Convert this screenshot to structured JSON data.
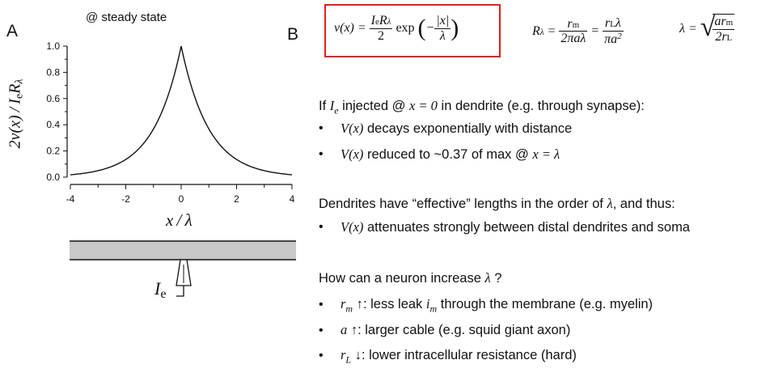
{
  "panel_a": {
    "label": "A",
    "caption": "@ steady state",
    "ylabel": "2v(x) / IeRλ",
    "xlabel": "x / λ",
    "electrode_label": "Ie"
  },
  "panel_b": {
    "label": "B",
    "eq_main": "v(x) = (IeRλ / 2) exp(−|x| / λ)",
    "eq_r_lambda": "Rλ = rm / (2πaλ) = rLλ / (πa²)",
    "eq_lambda": "λ = √(a rm / 2 rL)"
  },
  "text": {
    "injection_intro": {
      "pre": "If ",
      "var": "I",
      "sub": "e",
      "mid": " injected @ ",
      "eq": "x = 0",
      "post": " in dendrite (e.g. through synapse):"
    },
    "b1": {
      "var": "V(x)",
      "post": " decays exponentially with distance"
    },
    "b2": {
      "var": "V(x)",
      "mid": " reduced to ~0.37 of max @ ",
      "eq": "x = λ"
    },
    "dendrite_intro": {
      "pre": "Dendrites have “effective” lengths in the order of ",
      "var": "λ",
      "post": ", and thus:"
    },
    "b3": {
      "var": "V(x)",
      "post": " attenuates strongly between distal dendrites and soma"
    },
    "question": {
      "pre": "How can a neuron increase ",
      "var": "λ",
      "post": " ?"
    },
    "b4": {
      "var": "r",
      "sub": "m",
      "arrow": " ↑",
      "mid": ": less leak ",
      "var2": "i",
      "sub2": "m",
      "post": " through the membrane (e.g. myelin)"
    },
    "b5": {
      "var": "a",
      "arrow": " ↑",
      "post": ": larger cable (e.g. squid giant axon)"
    },
    "b6": {
      "var": "r",
      "sub": "L",
      "arrow": " ↓",
      "post": ": lower intracellular resistance (hard)"
    },
    "bullet": "•"
  },
  "chart_data": {
    "type": "line",
    "series": [
      {
        "function": "exp(-|x|)",
        "x_range": [
          -4,
          4
        ]
      }
    ],
    "xlim": [
      -4,
      4
    ],
    "ylim": [
      0,
      1
    ],
    "xticks": [
      "-4",
      "-2",
      "0",
      "2",
      "4"
    ],
    "yticks": [
      "0.0",
      "0.2",
      "0.4",
      "0.6",
      "0.8",
      "1.0"
    ],
    "xlabel": "x / λ",
    "ylabel": "2v(x) / IeRλ",
    "grid": false
  },
  "colors": {
    "highlight_box": "#e0201c",
    "cable_fill": "#c8c8c8",
    "line": "#111111"
  }
}
